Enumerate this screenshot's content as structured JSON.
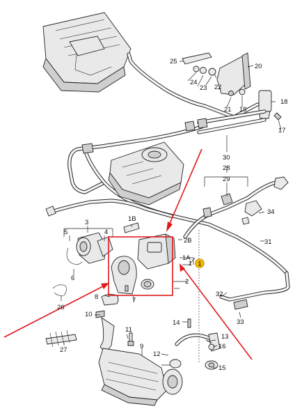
{
  "diagram": {
    "colors": {
      "highlight": "#e0191d",
      "marker": "#f2b705",
      "line": "#222222",
      "part_fill": "#e9e9e9"
    },
    "part_numbers": [
      "1",
      "1A",
      "1B",
      "2",
      "2B",
      "3",
      "4",
      "5",
      "6",
      "7",
      "8",
      "9",
      "10",
      "11",
      "12",
      "13",
      "14",
      "15",
      "16",
      "17",
      "18",
      "19",
      "20",
      "21",
      "22",
      "23",
      "24",
      "25",
      "26",
      "27",
      "28",
      "29",
      "30",
      "31",
      "32",
      "33",
      "34"
    ],
    "marker_label": "1"
  }
}
